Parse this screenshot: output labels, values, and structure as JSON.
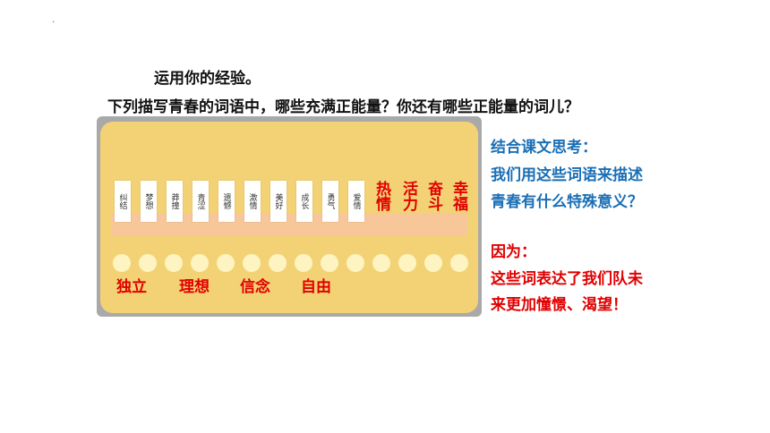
{
  "header": {
    "mark": "·",
    "line1": "运用你的经验。",
    "line2": "下列描写青春的词语中，哪些充满正能量？你还有哪些正能量的词儿？"
  },
  "cards": [
    "纠结",
    "梦想",
    "莽撞",
    "青涩",
    "遗憾",
    "激情",
    "美好",
    "成长",
    "勇气",
    "爱情"
  ],
  "highlighted": [
    "热情",
    "活力",
    "奋斗",
    "幸福"
  ],
  "added_words": [
    "独立",
    "理想",
    "信念",
    "自由"
  ],
  "question": {
    "line1": "结合课文思考：",
    "line2": "我们用这些词语来描述",
    "line3": "青春有什么特殊意义？"
  },
  "answer": {
    "line1": "因为：",
    "line2": "这些词表达了我们队未",
    "line3": "来更加憧憬、渴望！"
  },
  "colors": {
    "board": "#f3d275",
    "shelf": "#f7c79a",
    "bead": "#fdf4c2",
    "red": "#e00000",
    "blue": "#1a6fb6"
  }
}
